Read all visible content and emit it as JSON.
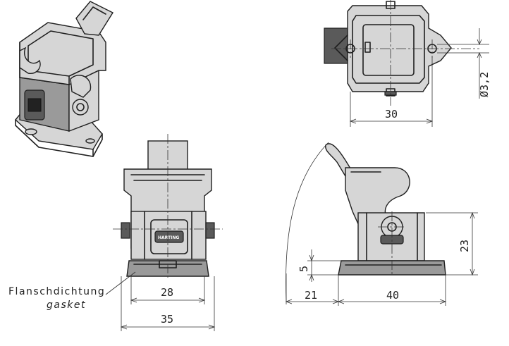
{
  "dimensions": {
    "d_hole": "Ø3,2",
    "width_top": "30",
    "inner_front": "28",
    "outer_front": "35",
    "height_side": "23",
    "flange_side": "5",
    "offset_side": "21",
    "length_side": "40"
  },
  "labels": {
    "gasket_de": "Flanschdichtung",
    "gasket_en": "gasket"
  },
  "brand_text": "HARTING",
  "colors": {
    "line": "#1f1f1f",
    "body": "#9a9a9a",
    "light": "#d6d6d6"
  }
}
